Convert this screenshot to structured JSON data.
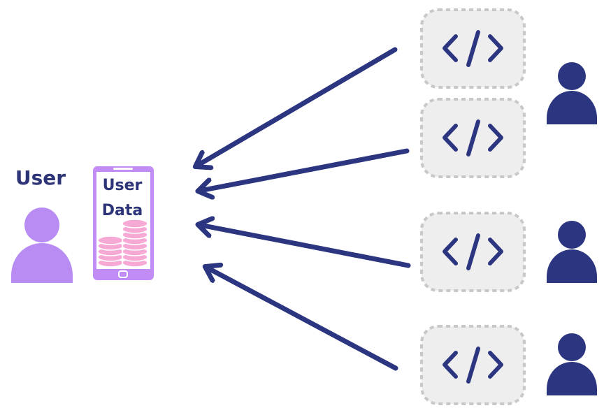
{
  "user": {
    "label": "User",
    "icon": "person-icon",
    "color": "#b98cf3"
  },
  "device": {
    "icon": "smartphone-icon",
    "line1": "User",
    "line2": "Data",
    "frame_color": "#c28cf6",
    "coin_color": "#f7a9d6",
    "text_color": "#2d3578"
  },
  "developers": [
    {
      "icon": "code-icon",
      "person": false
    },
    {
      "icon": "code-icon",
      "person": true
    },
    {
      "icon": "code-icon",
      "person": true
    },
    {
      "icon": "code-icon",
      "person": true
    }
  ],
  "colors": {
    "arrow": "#2c3680",
    "developer_person": "#2c3680",
    "code_box_fill": "#eeeeee",
    "code_box_border": "#c8c8c8",
    "code_glyph": "#2c3680"
  }
}
